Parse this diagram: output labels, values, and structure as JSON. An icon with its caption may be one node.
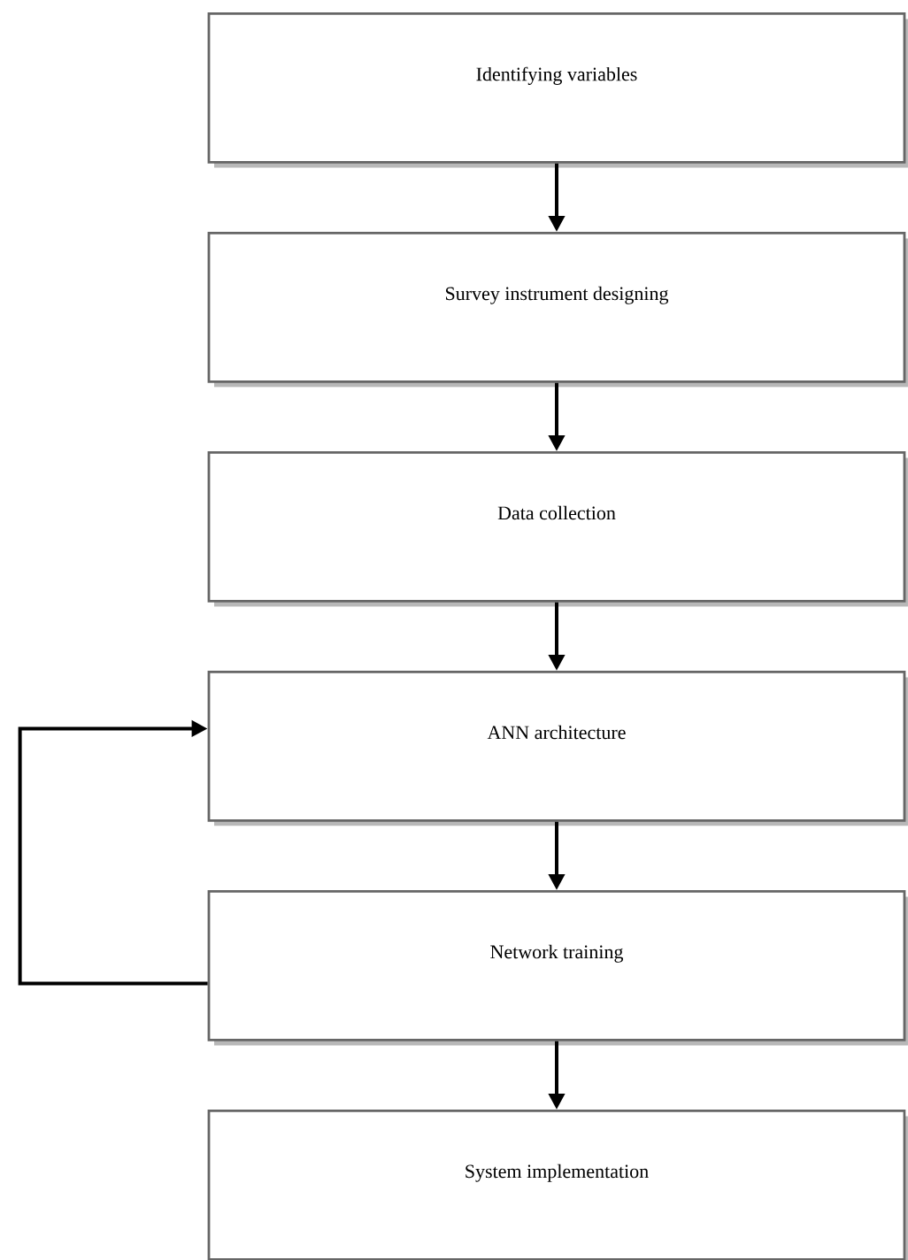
{
  "diagram": {
    "nodes": [
      {
        "text": [
          "Identifying variables"
        ]
      },
      {
        "text": [
          "Survey instrument designing"
        ]
      },
      {
        "text": [
          "Data collection"
        ]
      },
      {
        "text": [
          "ANN architecture"
        ]
      },
      {
        "text": [
          "Network training"
        ]
      },
      {
        "text": [
          "System implementation"
        ]
      }
    ],
    "edges": [
      {
        "from": 0,
        "to": 1,
        "arrow": "to"
      },
      {
        "from": 1,
        "to": 2,
        "arrow": "to"
      },
      {
        "from": 2,
        "to": 3,
        "arrow": "to"
      },
      {
        "from": 3,
        "to": 4,
        "arrow": "to"
      },
      {
        "from": 4,
        "to": 3,
        "arrow": "to"
      },
      {
        "from": 4,
        "to": 5,
        "arrow": "to"
      }
    ]
  }
}
